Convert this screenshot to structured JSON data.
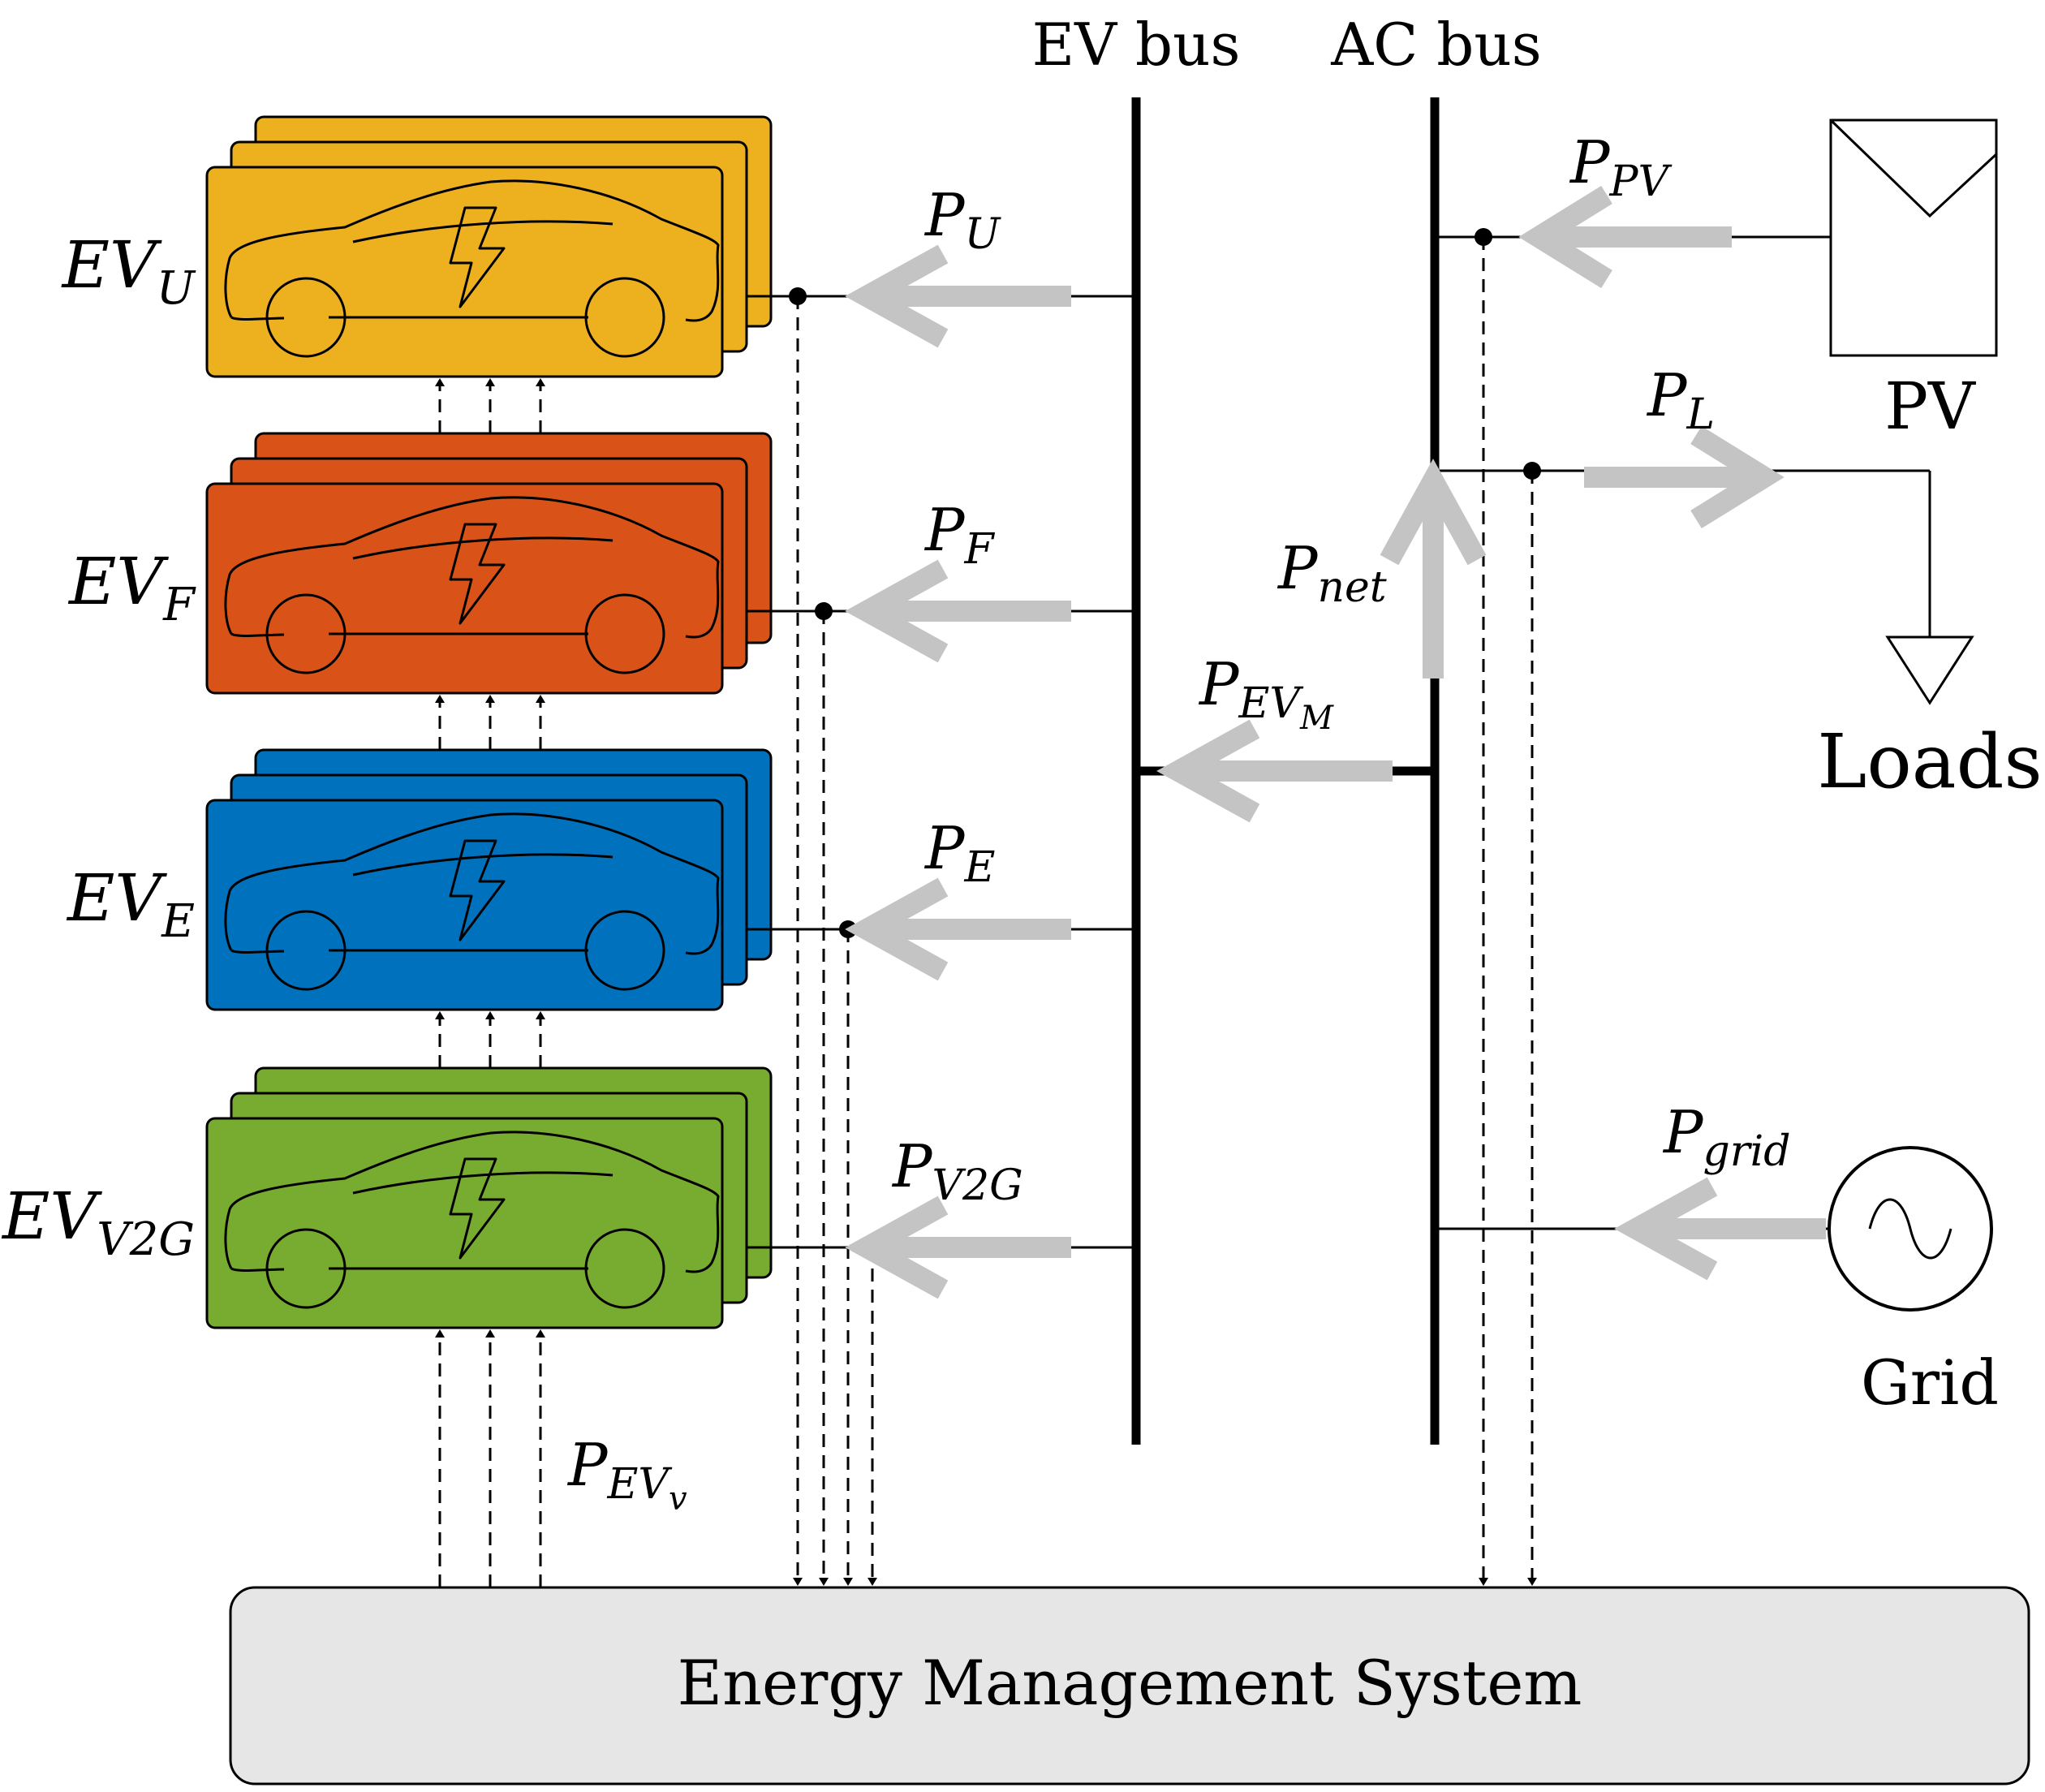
{
  "buses": {
    "ev_bus": "EV bus",
    "ac_bus": "AC bus"
  },
  "ev_groups": [
    {
      "id": "U",
      "base": "EV",
      "sub": "U",
      "color": "#edb120",
      "flow_base": "P",
      "flow_sub": "U"
    },
    {
      "id": "F",
      "base": "EV",
      "sub": "F",
      "color": "#d95319",
      "flow_base": "P",
      "flow_sub": "F"
    },
    {
      "id": "E",
      "base": "EV",
      "sub": "E",
      "color": "#0072bd",
      "flow_base": "P",
      "flow_sub": "E"
    },
    {
      "id": "V2G",
      "base": "EV",
      "sub": "V2G",
      "color": "#77ac30",
      "flow_base": "P",
      "flow_sub": "V2G"
    }
  ],
  "flows": {
    "pv": {
      "base": "P",
      "sub": "PV"
    },
    "loads": {
      "base": "P",
      "sub": "L"
    },
    "net": {
      "base": "P",
      "sub": "net"
    },
    "ev_m": {
      "base": "P",
      "sub": "EV",
      "subsub": "M"
    },
    "grid": {
      "base": "P",
      "sub": "grid"
    },
    "ev_v": {
      "base": "P",
      "sub": "EV",
      "subsub": "v"
    }
  },
  "sources": {
    "pv_label": "PV",
    "loads_label": "Loads",
    "grid_label": "Grid"
  },
  "ems": {
    "label": "Energy Management System"
  },
  "colors": {
    "flow_arrow": "#c4c4c4",
    "ems_fill": "#e6e6e6"
  }
}
